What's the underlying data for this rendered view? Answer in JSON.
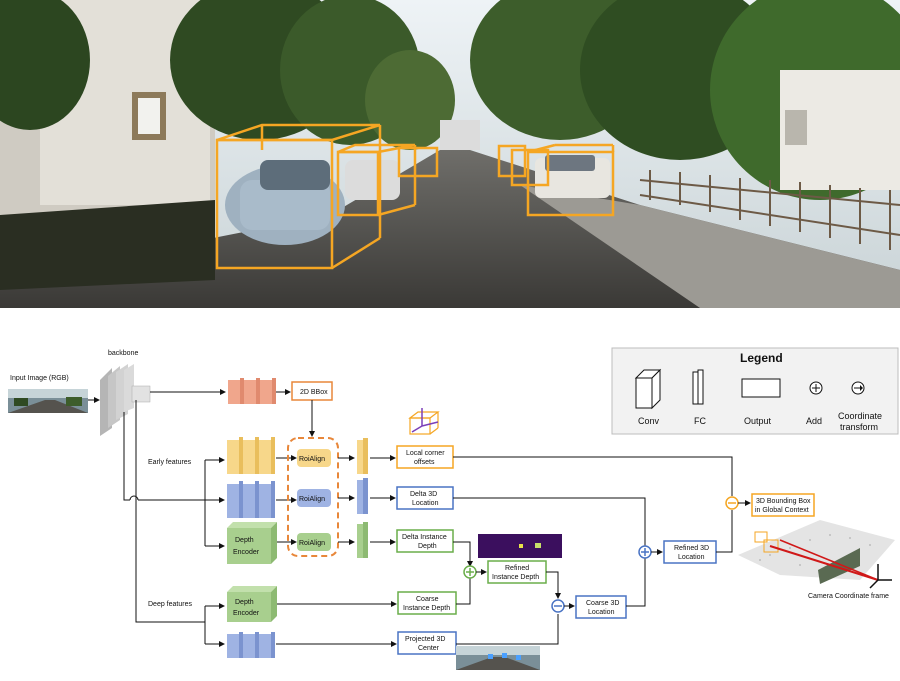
{
  "diagram": {
    "backbone": "backbone",
    "input_image": "Input Image (RGB)",
    "early_features": "Early features",
    "deep_features": "Deep features",
    "bbox2d": "2D BBox",
    "roialign": [
      "RoiAlign",
      "RoiAlign",
      "RoiAlign"
    ],
    "depth_encoder_1": [
      "Depth",
      "Encoder"
    ],
    "depth_encoder_2": [
      "Depth",
      "Encoder"
    ],
    "local_corner": [
      "Local corner",
      "offsets"
    ],
    "delta_3d": [
      "Delta 3D",
      "Location"
    ],
    "delta_depth": [
      "Delta Instance",
      "Depth"
    ],
    "refined_depth": [
      "Refined",
      "Instance Depth"
    ],
    "coarse_depth": [
      "Coarse",
      "Instance Depth"
    ],
    "projected_center": [
      "Projected 3D",
      "Center"
    ],
    "coarse_location": [
      "Coarse 3D",
      "Location"
    ],
    "refined_location": [
      "Refined 3D",
      "Location"
    ],
    "bbox3d": [
      "3D Bounding Box",
      "in Global Context"
    ],
    "camera_frame": "Camera Coordinate frame"
  },
  "legend": {
    "title": "Legend",
    "conv": "Conv",
    "fc": "FC",
    "output": "Output",
    "add": "Add",
    "coord": [
      "Coordinate",
      "transform"
    ]
  },
  "colors": {
    "orange_box": "#F5A623",
    "red_block": "#F0A68C",
    "yellow_block": "#F7D78A",
    "blue_block": "#9FB3E3",
    "green_block": "#A8CF8E",
    "blue_border": "#4A74C4",
    "green_border": "#6AAE4A",
    "orange_border": "#E8873A"
  }
}
